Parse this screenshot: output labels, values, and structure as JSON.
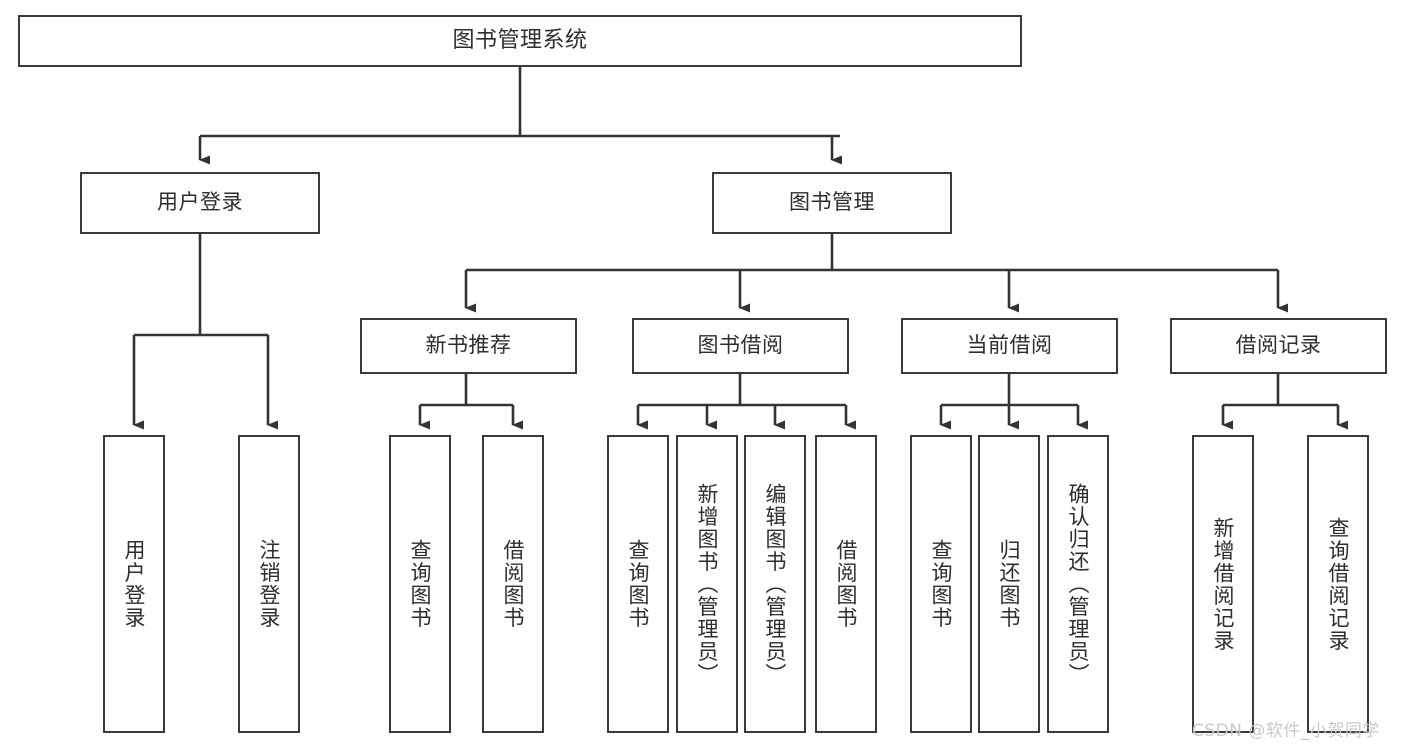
{
  "diagram": {
    "title": "图书管理系统",
    "type": "hierarchy-tree",
    "orientation": "top-down",
    "colors": {
      "box_border": "#3a3a3a",
      "box_fill": "#ffffff",
      "text": "#2e2e2e",
      "connector": "#333333",
      "watermark": "#c9c9c9",
      "background": "#ffffff"
    }
  },
  "nodes": {
    "root": {
      "label": "图书管理系统",
      "level": 0
    },
    "level1": [
      {
        "id": "user-login",
        "label": "用户登录"
      },
      {
        "id": "book-management",
        "label": "图书管理"
      }
    ],
    "level2": [
      {
        "id": "new-book-recommend",
        "label": "新书推荐",
        "parent": "book-management"
      },
      {
        "id": "book-borrow",
        "label": "图书借阅",
        "parent": "book-management"
      },
      {
        "id": "current-borrow",
        "label": "当前借阅",
        "parent": "book-management"
      },
      {
        "id": "borrow-record",
        "label": "借阅记录",
        "parent": "book-management"
      }
    ],
    "leaves": [
      {
        "id": "leaf-user-login",
        "label": "用户登录",
        "parent": "user-login"
      },
      {
        "id": "leaf-logout-login",
        "label": "注销登录",
        "parent": "user-login"
      },
      {
        "id": "leaf-query-book-1",
        "label": "查询图书",
        "parent": "new-book-recommend"
      },
      {
        "id": "leaf-borrow-book-1",
        "label": "借阅图书",
        "parent": "new-book-recommend"
      },
      {
        "id": "leaf-query-book-2",
        "label": "查询图书",
        "parent": "book-borrow"
      },
      {
        "id": "leaf-add-book",
        "label": "新增图书（管理员）",
        "parent": "book-borrow"
      },
      {
        "id": "leaf-edit-book",
        "label": "编辑图书（管理员）",
        "parent": "book-borrow"
      },
      {
        "id": "leaf-borrow-book-2",
        "label": "借阅图书",
        "parent": "book-borrow"
      },
      {
        "id": "leaf-query-book-3",
        "label": "查询图书",
        "parent": "current-borrow"
      },
      {
        "id": "leaf-return-book",
        "label": "归还图书",
        "parent": "current-borrow"
      },
      {
        "id": "leaf-confirm-return",
        "label": "确认归还（管理员）",
        "parent": "current-borrow"
      },
      {
        "id": "leaf-add-record",
        "label": "新增借阅记录",
        "parent": "borrow-record"
      },
      {
        "id": "leaf-query-record",
        "label": "查询借阅记录",
        "parent": "borrow-record"
      }
    ]
  },
  "watermark": {
    "text": "CSDN @软件_小贺同学"
  }
}
